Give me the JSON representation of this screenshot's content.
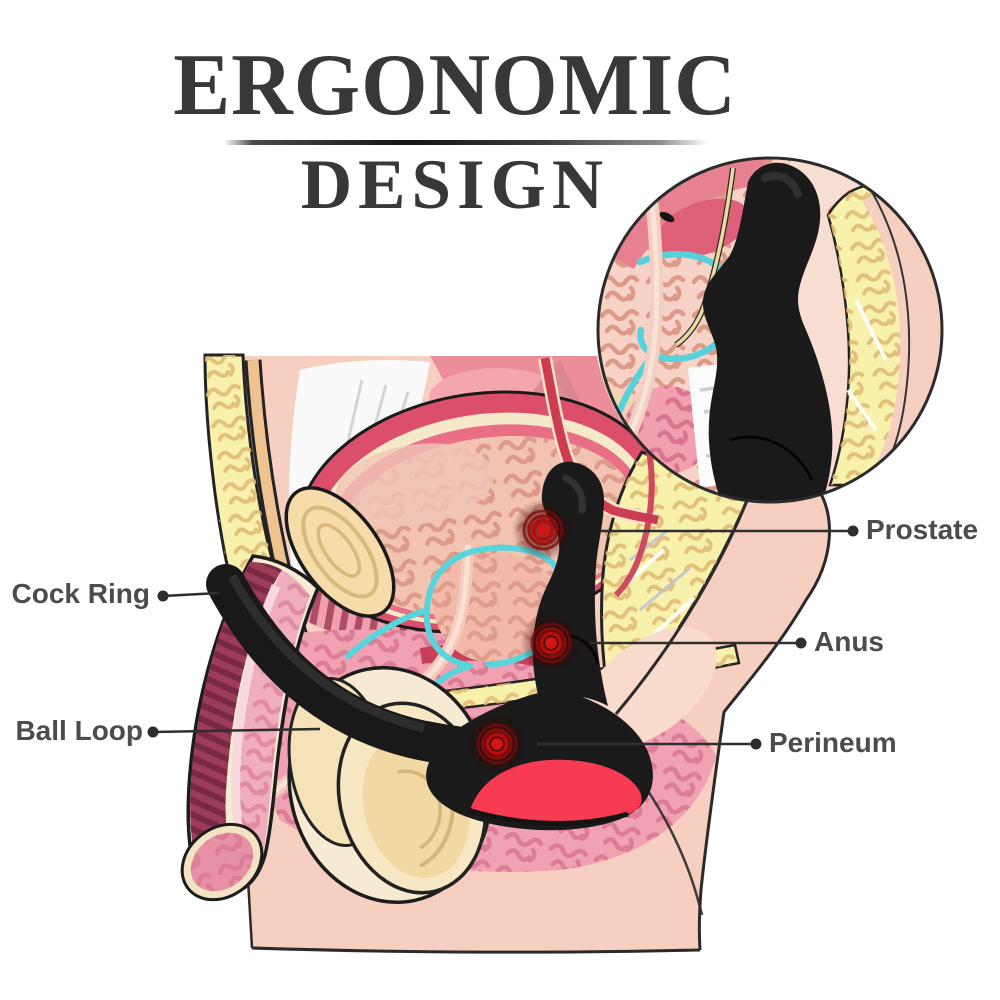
{
  "title": {
    "line1": "ERGONOMIC",
    "line2": "DESIGN"
  },
  "annotations": {
    "left": [
      {
        "label": "Cock Ring"
      },
      {
        "label": "Ball Loop"
      }
    ],
    "right": [
      {
        "label": "Prostate"
      },
      {
        "label": "Anus"
      },
      {
        "label": "Perineum"
      }
    ]
  },
  "icons": {
    "vibration_indicator": "concentric-red-circles",
    "magnifier_inset": "zoom-detail-circle",
    "leader_dot": "filled-dot"
  },
  "colors": {
    "title_text": "#383838",
    "label_text": "#4c4c4c",
    "leader_line": "#2e2e2e",
    "product_body": "#1a1a1a",
    "product_accent_red": "#f73b52",
    "vibration_red": "#d41414",
    "skin": "#f6cfc0",
    "inner_flesh_rose": "#ec8d9a",
    "fat_yellow": "#f8f1ac",
    "bone_tan": "#f5dca8",
    "prostate_outline_cyan": "#58d4dd",
    "tissue_salmon": "#f2c2b0",
    "deep_rose": "#dd4f6c",
    "penis_maroon": "#9d3c58",
    "testicle_cream": "#f7e7c2",
    "background": "#ffffff"
  }
}
